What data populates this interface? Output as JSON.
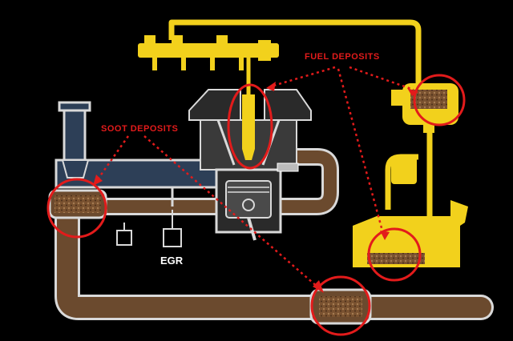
{
  "labels": {
    "fuel_deposits": "FUEL DEPOSITS",
    "soot_deposits": "SOOT DEPOSITS",
    "egr": "EGR"
  },
  "colors": {
    "background": "#000000",
    "engine_outline": "#d9d9d9",
    "engine_body": "#3a3a3a",
    "exhaust_pipe": "#6b4a2e",
    "intake_pipe": "#2d3f57",
    "fuel_system": "#f2d11c",
    "deposit": "#7a5230",
    "marker": "#e21b1b"
  }
}
